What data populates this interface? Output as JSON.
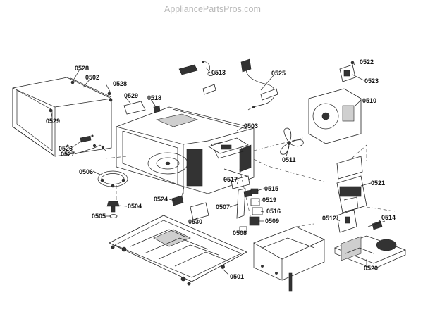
{
  "watermark": "AppliancePartsPros.com",
  "parts": {
    "p0528a": "0528",
    "p0502": "0502",
    "p0528b": "0528",
    "p0529a": "0529",
    "p0529b": "0529",
    "p0518": "0518",
    "p0513": "0513",
    "p0525": "0525",
    "p0522": "0522",
    "p0523": "0523",
    "p0510": "0510",
    "p0503": "0503",
    "p0511": "0511",
    "p0526": "0526",
    "p0527": "0527",
    "p0506": "0506",
    "p0517": "0517",
    "p0515": "0515",
    "p0521": "0521",
    "p0519": "0519",
    "p0524": "0524",
    "p0507": "0507",
    "p0516": "0516",
    "p0504": "0504",
    "p0505": "0505",
    "p0530": "0530",
    "p0509": "0509",
    "p0512": "0512",
    "p0514": "0514",
    "p0508": "0508",
    "p0520": "0520",
    "p0501": "0501"
  }
}
